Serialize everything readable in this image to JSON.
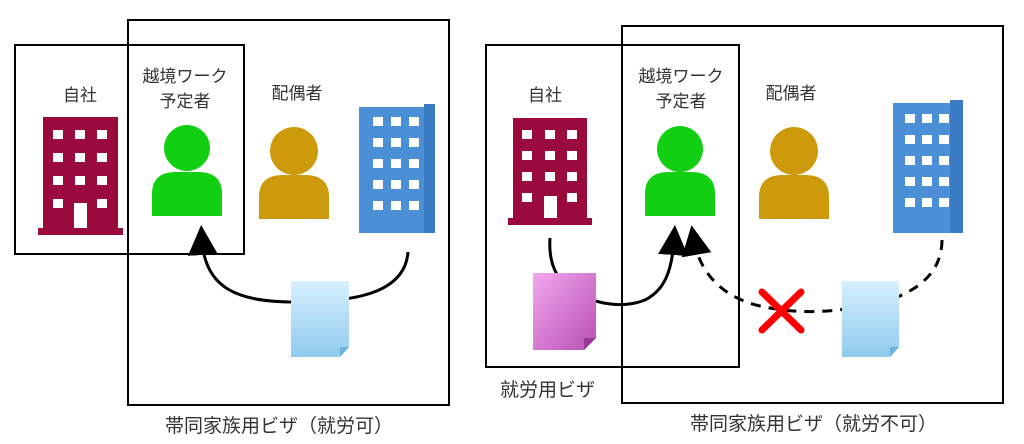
{
  "colors": {
    "company_building": "#9b0a3c",
    "worker": "#12cf12",
    "spouse": "#cc9a0a",
    "other_company": "#4b8fd6",
    "document_blue": "#9fd3f2",
    "document_pink": "#e58de0",
    "cross": "#ff0000",
    "box_stroke": "#000000"
  },
  "left": {
    "company_label": "自社",
    "worker_label_line1": "越境ワーク",
    "worker_label_line2": "予定者",
    "spouse_label": "配偶者",
    "visa_caption": "帯同家族用ビザ（就労可）"
  },
  "right": {
    "company_label": "自社",
    "worker_label_line1": "越境ワーク",
    "worker_label_line2": "予定者",
    "spouse_label": "配偶者",
    "work_visa_caption": "就労用ビザ",
    "visa_caption": "帯同家族用ビザ（就労不可）"
  },
  "icons": {
    "company": "building-icon",
    "worker": "person-icon",
    "spouse": "person-icon",
    "other_company": "office-tower-icon",
    "document": "document-icon",
    "blocked": "cross-icon"
  }
}
